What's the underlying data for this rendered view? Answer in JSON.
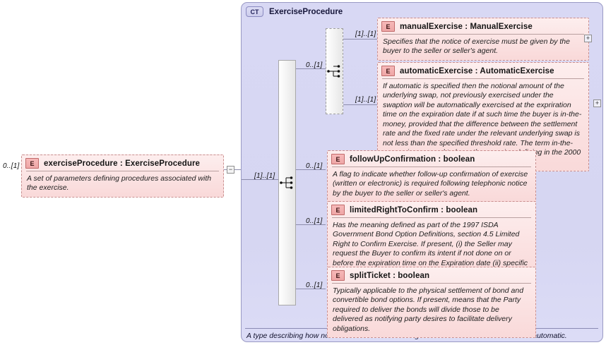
{
  "diagram": {
    "kind": "xsd-schema-diagram",
    "colors": {
      "element_fill": "#fbe2e2",
      "element_border": "#c98f8f",
      "complextype_fill": "#d8d8f4",
      "complextype_border": "#9a9ac4",
      "badge_e_fill": "#f7b9b9",
      "badge_ct_fill": "#dcdcf4",
      "connector_line": "#8c8cac"
    }
  },
  "root_element": {
    "badge": "E",
    "badge_icon": "element-badge-icon",
    "title": "exerciseProcedure : ExerciseProcedure",
    "doc": "A set of parameters defining procedures associated with the exercise.",
    "cardinality": "0..[1]",
    "toggle": "−"
  },
  "complex_type": {
    "badge": "CT",
    "badge_icon": "complextype-badge-icon",
    "name": "ExerciseProcedure",
    "footer_doc": "A type describing how notice of exercise should be given. This can be either manual or automatic."
  },
  "compositors": {
    "sequence": {
      "name": "sequence-compositor",
      "glyph_icon": "sequence-glyph-icon",
      "cardinality": "[1]..[1]"
    },
    "choice": {
      "name": "choice-compositor",
      "glyph_icon": "choice-glyph-icon",
      "cardinality": "0..[1]"
    }
  },
  "choice_children": [
    {
      "badge": "E",
      "title": "manualExercise : ManualExercise",
      "doc": "Specifies that the notice of exercise must be given by the buyer to the seller or seller's agent.",
      "cardinality": "[1]..[1]",
      "toggle": "+"
    },
    {
      "badge": "E",
      "title": "automaticExercise : AutomaticExercise",
      "doc": "If automatic is specified then the notional amount of the underlying swap, not previously exercised under the swaption will be automatically exercised at the expriration time on the expiration date if at such time the buyer is in-the-money, provided that the difference between the settlement rate and the fixed rate under the relevant underlying swap is not less than the specified threshold rate. The term in-the-money is assumed to have the meaning defining in the 2000 ISDA Definitions, Section 17.4 In-the-money.",
      "cardinality": "[1]..[1]",
      "toggle": "+"
    }
  ],
  "sequence_children": [
    {
      "badge": "E",
      "title": "followUpConfirmation : boolean",
      "doc": "A flag to indicate whether follow-up confirmation of exercise (written or electronic) is required following telephonic notice by the buyer to the seller or seller's agent.",
      "cardinality": "0..[1]"
    },
    {
      "badge": "E",
      "title": "limitedRightToConfirm : boolean",
      "doc": "Has the meaning defined as part of the 1997 ISDA Government Bond Option Definitions, section 4.5 Limited Right to Confirm Exercise. If present, (i) the Seller may request the Buyer to confirm its intent if not done on or before the expiration time on the Expiration date (ii) specific rules will apply in relation to the settlement mode.",
      "cardinality": "0..[1]"
    },
    {
      "badge": "E",
      "title": "splitTicket : boolean",
      "doc": "Typically applicable to the physical settlement of bond and convertible bond options. If present, means that the Party required to deliver the bonds will divide those to be delivered as notifying party desires to facilitate delivery obligations.",
      "cardinality": "0..[1]"
    }
  ]
}
